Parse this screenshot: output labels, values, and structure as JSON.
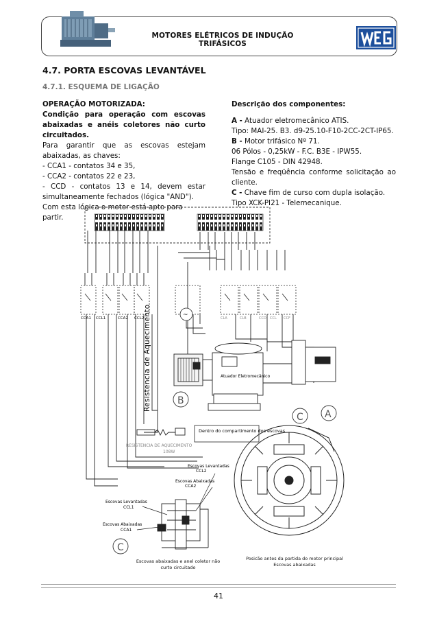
{
  "header": {
    "title": "MOTORES ELÉTRICOS DE INDUÇÃO TRIFÁSICOS",
    "logo": "WEG"
  },
  "section": {
    "heading": "4.7. PORTA ESCOVAS LEVANTÁVEL",
    "subheading": "4.7.1. ESQUEMA DE LIGAÇÃO"
  },
  "left": {
    "title": "OPERAÇÃO MOTORIZADA:",
    "condition": "Condição para operação com escovas abaixadas e anéis coletores não curto circuitados.",
    "intro": "Para garantir que as escovas estejam abaixadas, as chaves:",
    "item1": "- CCA1 - contatos 34 e 35,",
    "item2": "- CCA2 - contatos 22 e 23,",
    "item3": "- CCD - contatos 13 e 14, devem estar simultaneamente fechados (lógica \"AND\").",
    "closing": "Com esta lógica o motor está apto para partir."
  },
  "right": {
    "title": "Descrição dos componentes:",
    "a_label": "A -",
    "a_text": "Atuador eletromecânico ATIS.",
    "a_type": "Tipo: MAI-25. B3. d9-25.10-F10-2CC-2CT-IP65.",
    "b_label": "B -",
    "b_text": "Motor trifásico Nº 71.",
    "b_line2": "06 Pólos - 0,25kW - F.C. B3E - IPW55.",
    "b_line3": "Flange C105 - DIN 42948.",
    "b_line4": "Tensão e freqüência conforme solicitação ao cliente.",
    "c_label": "C -",
    "c_text": "Chave fim de curso com dupla isolação.",
    "c_type": "Tipo XCK-PI21 - Telemecanique."
  },
  "diagram": {
    "switch_labels": [
      "CCA1",
      "CCL1",
      "CCA2",
      "CCL2"
    ],
    "right_switch_labels": [
      "CLA",
      "CLB",
      "CCD",
      "CCL",
      "CCF"
    ],
    "heater_vertical": "Resistencia de Aquecimento",
    "heater_label": "RESISTENCIA DE AQUECIMENTO",
    "heater_power": "108W",
    "compartment": "Dentro do compartimento dos escovas",
    "actuator_label": "Atuador Eletromecânico",
    "callouts": [
      "A",
      "B",
      "C",
      "C"
    ],
    "levantadas_cl2": "Escovas Levantadas",
    "cl2_code": "CCL2",
    "abaixadas_ca2": "Escovas Abaixadas",
    "ca2_code": "CCA2",
    "levantadas_cl1": "Escovas Levantadas",
    "cl1_code": "CCL1",
    "abaixadas_ca1": "Escovas Abaixadas",
    "ca1_code": "CCA1",
    "caption_left": "Escovas abaixadas e anel coletor não curto circuitado",
    "caption_right": "Posicão antes da partida do motor principal Escovas abaixadas"
  },
  "page_number": "41"
}
